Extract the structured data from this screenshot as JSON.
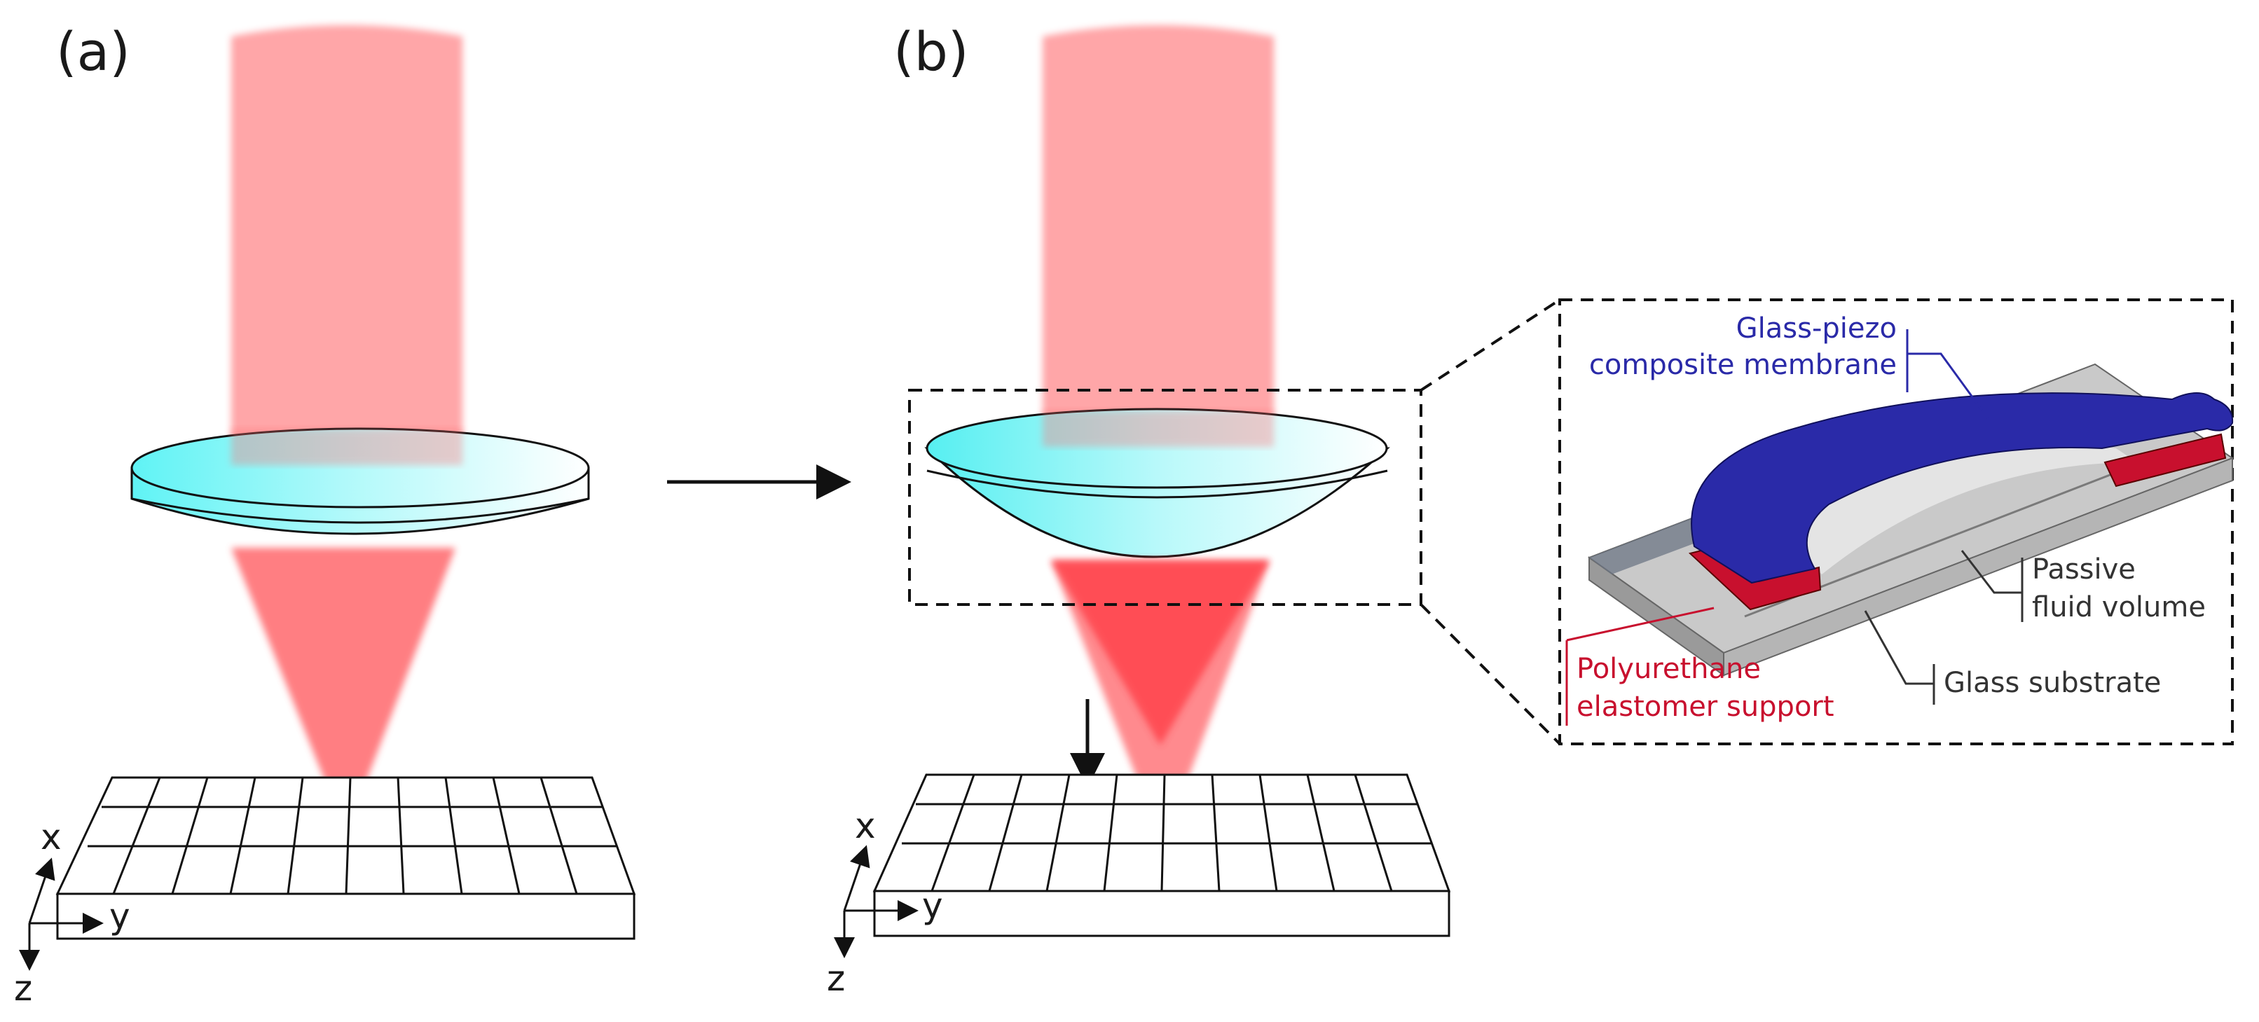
{
  "panels": {
    "a": {
      "label": "(a)"
    },
    "b": {
      "label": "(b)"
    }
  },
  "axes": {
    "x": "x",
    "y": "y",
    "z": "z"
  },
  "inset": {
    "membrane": {
      "line1": "Glass-piezo",
      "line2": "composite membrane"
    },
    "fluid": {
      "line1": "Passive",
      "line2": "fluid volume"
    },
    "substrate": {
      "line1": "Glass substrate"
    },
    "support": {
      "line1": "Polyurethane",
      "line2": "elastomer support"
    }
  },
  "colors": {
    "beam": "#ff6f73",
    "lens_light": "#ffffff",
    "lens_cyan": "#5ff3f5",
    "membrane": "#2a2aa8",
    "support": "#c8102e",
    "substrate": "#c9c9c9"
  }
}
